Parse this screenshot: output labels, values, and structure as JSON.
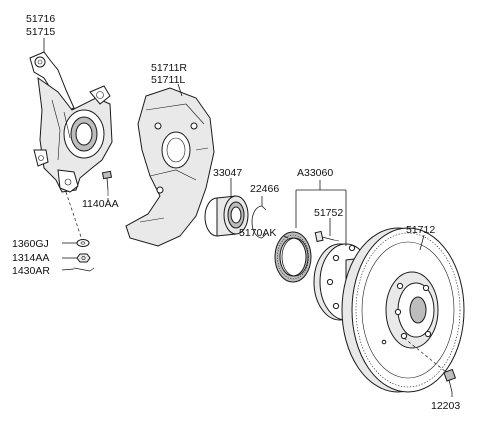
{
  "parts": {
    "knuckle_a": "51716",
    "knuckle_b": "51715",
    "dust_cover_r": "51711R",
    "dust_cover_l": "51711L",
    "bearing": "33047",
    "snap_ring": "22466",
    "hub_assy": "A33060",
    "sensor_ring": "5170AK",
    "hub": "51752",
    "disc": "51712",
    "bolt_1140": "1140AA",
    "washer_1360": "1360GJ",
    "nut_1314": "1314AA",
    "pin_1430": "1430AR",
    "screw_12203": "12203"
  }
}
